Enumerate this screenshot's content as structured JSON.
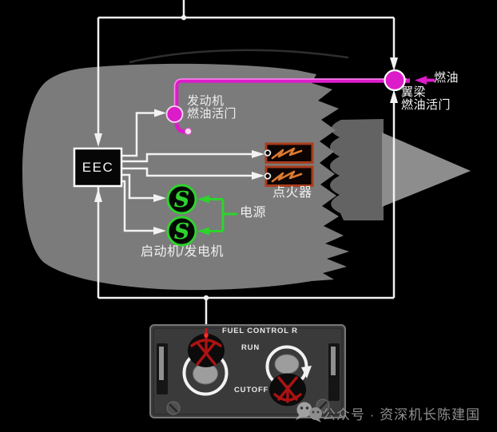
{
  "diagram": {
    "eec": {
      "label": "EEC"
    },
    "engine_fuel_valve": {
      "line1": "发动机",
      "line2": "燃油活门"
    },
    "spar_fuel_valve": {
      "line1": "翼梁",
      "line2": "燃油活门"
    },
    "fuel": {
      "label": "燃油"
    },
    "igniters": {
      "label": "点火器",
      "count": 2
    },
    "power": {
      "label": "电源"
    },
    "starter_generator": {
      "label": "启动机/发电机",
      "symbol": "S"
    },
    "colors": {
      "fuel_line_magenta": "#dd1cc9",
      "power_green": "#2ed32e",
      "igniter_orange": "#dd7a30",
      "wire_white": "#f2f2f2",
      "engine_gray": "#7b7b7b",
      "switch_red": "#c41717"
    }
  },
  "panel": {
    "title": "FUEL CONTROL   R",
    "run": "RUN",
    "cutoff": "CUTOFF"
  },
  "watermark": {
    "text": "公众号 · 资深机长陈建国"
  }
}
